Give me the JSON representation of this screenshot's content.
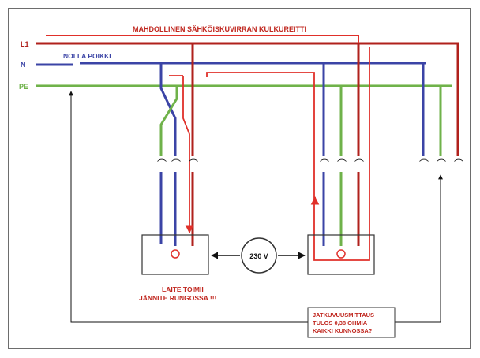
{
  "lines": {
    "l1": "L1",
    "n": "N",
    "pe": "PE"
  },
  "annotations": {
    "current_path": "MAHDOLLINEN SÄHKÖISKUVIRRAN KULKUREITTI",
    "neutral_break": "NOLLA POIKKI",
    "voltage": "230 V",
    "device_note_line1": "LAITE TOIMII",
    "device_note_line2": "JÄNNITE RUNGOSSA !!!",
    "measurement_line1": "JATKUVUUSMITTAUS",
    "measurement_line2": "TULOS 0,38 OHMIA",
    "measurement_line3": "KAIKKI KUNNOSSA?"
  },
  "colors": {
    "l1": "#b0211c",
    "neutral": "#3b44a6",
    "pe": "#6fb24a",
    "pe_highlight": "#d8ecc6",
    "current_path": "#e0302a",
    "annotation_text": "#c0271f",
    "neutral_text": "#3b44a6",
    "frame": "#6d6d6d",
    "device": "#333333"
  }
}
